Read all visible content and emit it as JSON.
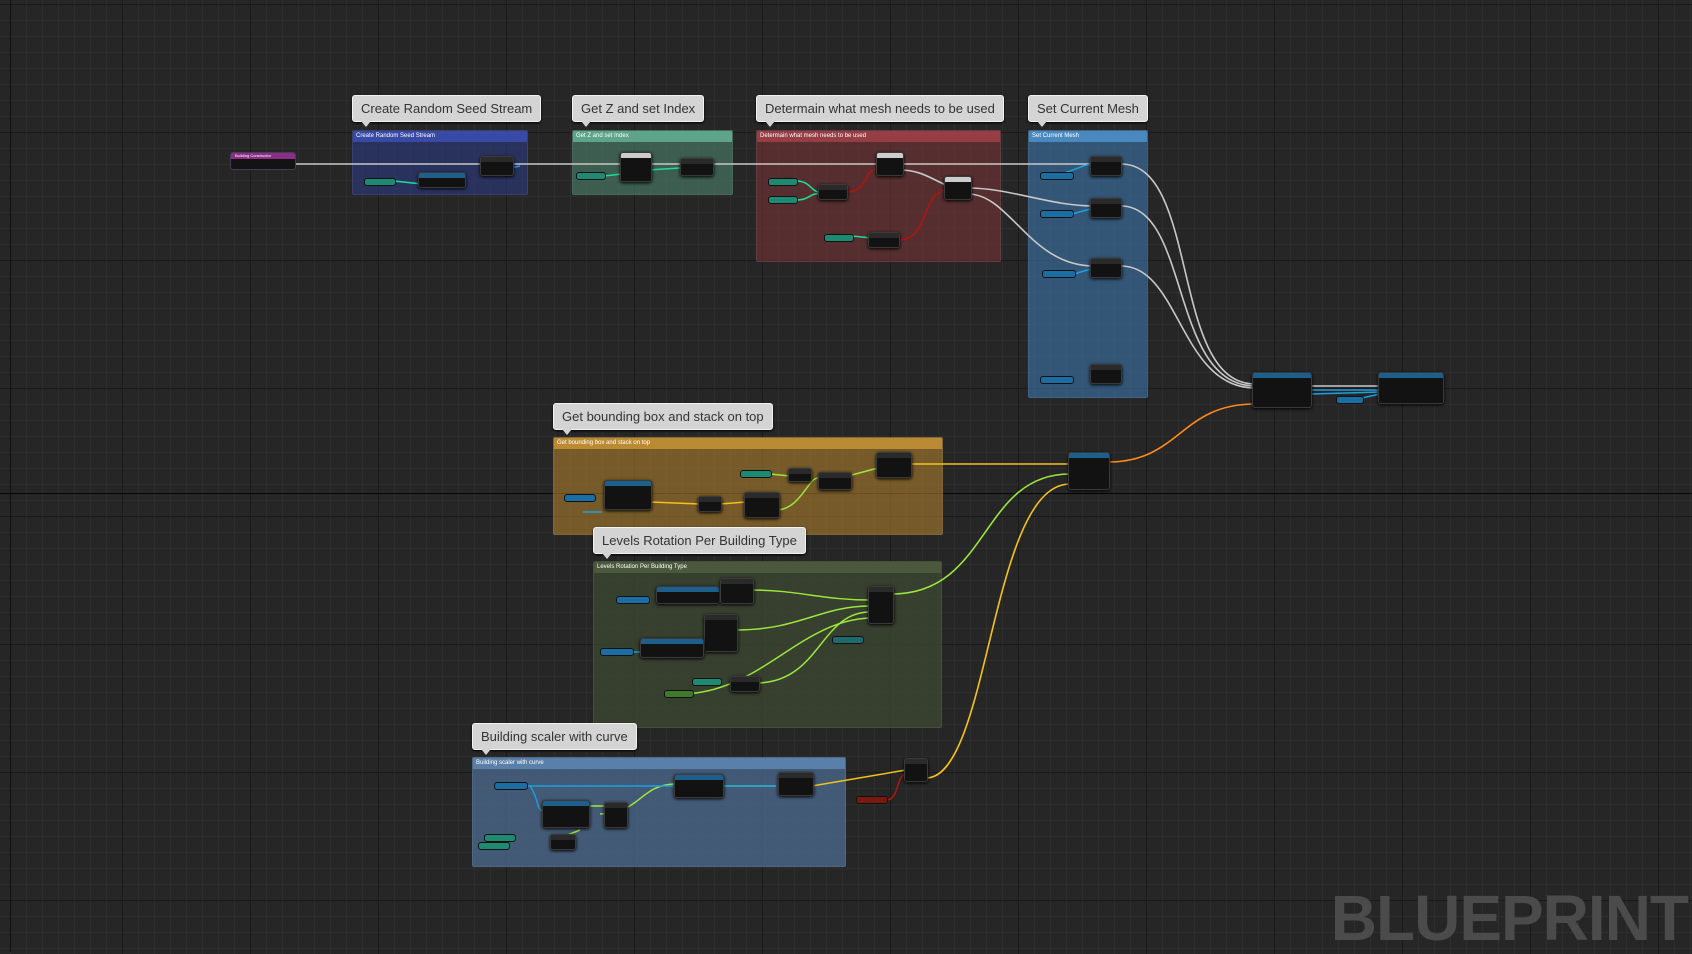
{
  "app": {
    "watermark": "BLUEPRINT"
  },
  "event_node": {
    "label": "Building Constructor"
  },
  "comments": [
    {
      "id": "seed",
      "bubble": "Create Random Seed Stream",
      "header": "Create Random Seed Stream",
      "color": "#2c3c8a"
    },
    {
      "id": "index",
      "bubble": "Get Z and set Index",
      "header": "Get Z and set Index",
      "color": "#4e8a72"
    },
    {
      "id": "mesh",
      "bubble": "Determain what mesh needs to be used",
      "header": "Determain what mesh needs to be used",
      "color": "#7d3438"
    },
    {
      "id": "current",
      "bubble": "Set Current Mesh",
      "header": "Set Current Mesh",
      "color": "#3b75a8"
    },
    {
      "id": "bounds",
      "bubble": "Get bounding box and stack on top",
      "header": "Get bounding box and stack on top",
      "color": "#a87a2c"
    },
    {
      "id": "rotation",
      "bubble": "Levels Rotation Per Building Type",
      "header": "Levels Rotation Per Building Type",
      "color": "#3f4a33"
    },
    {
      "id": "scaler",
      "bubble": "Building scaler with curve",
      "header": "Building scaler with curve",
      "color": "#4f6f95"
    }
  ],
  "colors": {
    "exec": "#d0d0d0",
    "object": "#1d9fe0",
    "struct": "#ff8a1a",
    "vector": "#f5c21b",
    "float": "#9be63c",
    "int": "#1fdc9a",
    "bool": "#b3140e"
  }
}
